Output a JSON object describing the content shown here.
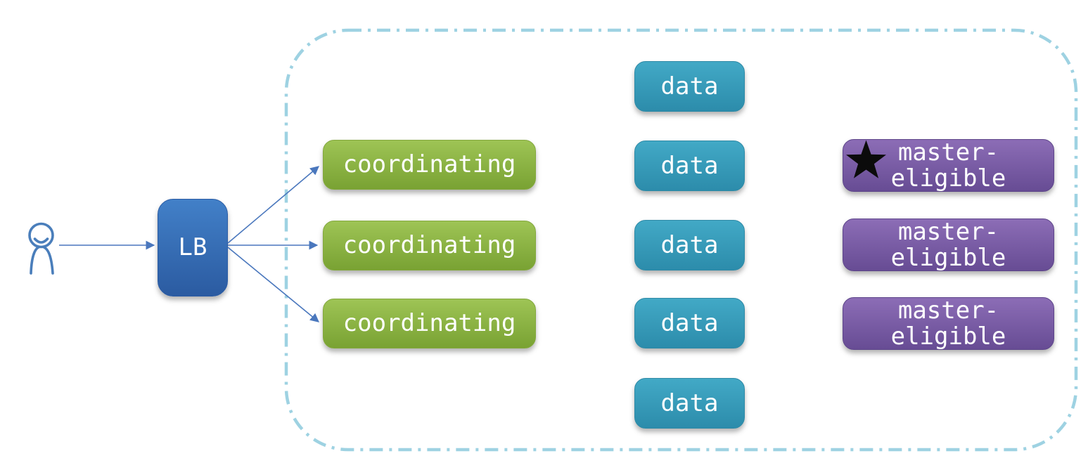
{
  "diagram": {
    "type": "cluster-architecture-diagram",
    "client": {
      "icon": "person",
      "connects_to": "LB"
    },
    "load_balancer": {
      "label": "LB"
    },
    "cluster": {
      "boundary_style": "dash-dot rounded rectangle",
      "coordinating_nodes": [
        "coordinating",
        "coordinating",
        "coordinating"
      ],
      "data_nodes": [
        "data",
        "data",
        "data",
        "data",
        "data"
      ],
      "master_eligible_nodes": [
        {
          "line1": "master-",
          "line2": "eligible",
          "elected_master": true,
          "badge": "★"
        },
        {
          "line1": "master-",
          "line2": "eligible",
          "elected_master": false
        },
        {
          "line1": "master-",
          "line2": "eligible",
          "elected_master": false
        }
      ]
    },
    "arrows": [
      "client to LB",
      "LB to coordinating 1",
      "LB to coordinating 2",
      "LB to coordinating 3"
    ],
    "colors": {
      "load_balancer": "#3a74bd",
      "coordinating_node": "#8db54a",
      "data_node": "#379fbd",
      "master_node": "#7a5ba6",
      "cluster_border": "#9ed2e2",
      "arrow": "#4a77bd",
      "star": "#0b0b0b",
      "node_text": "#ffffff"
    }
  }
}
